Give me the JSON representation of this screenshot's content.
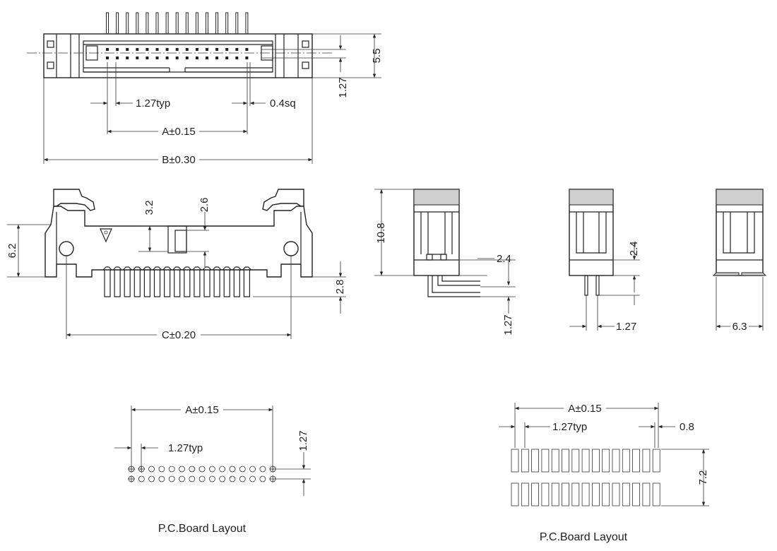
{
  "top_view": {
    "pitch_label": "1.27typ",
    "pin_size_label": "0.4sq",
    "dim_a_label": "A±0.15",
    "dim_b_label": "B±0.30",
    "height_label": "5.5",
    "row_pitch_label": "1.27"
  },
  "front_view": {
    "dim_32_label": "3.2",
    "dim_26_label": "2.6",
    "dim_62_label": "6.2",
    "dim_28_label": "2.8",
    "dim_c_label": "C±0.20"
  },
  "side_view_right_angle": {
    "height_label": "10.8",
    "dim_24_label": "2.4",
    "dim_127_label": "1.27"
  },
  "side_view_straight": {
    "dim_24_label": "2.4",
    "dim_127_label": "1.27"
  },
  "side_view_smt": {
    "dim_63_label": "6.3"
  },
  "pcb_layout_left": {
    "dim_a_label": "A±0.15",
    "pitch_label": "1.27typ",
    "row_pitch_label": "1.27",
    "caption": "P.C.Board Layout"
  },
  "pcb_layout_right": {
    "dim_a_label": "A±0.15",
    "pitch_label": "1.27typ",
    "pad_width_label": "0.8",
    "pad_height_label": "7.2",
    "caption": "P.C.Board Layout"
  }
}
